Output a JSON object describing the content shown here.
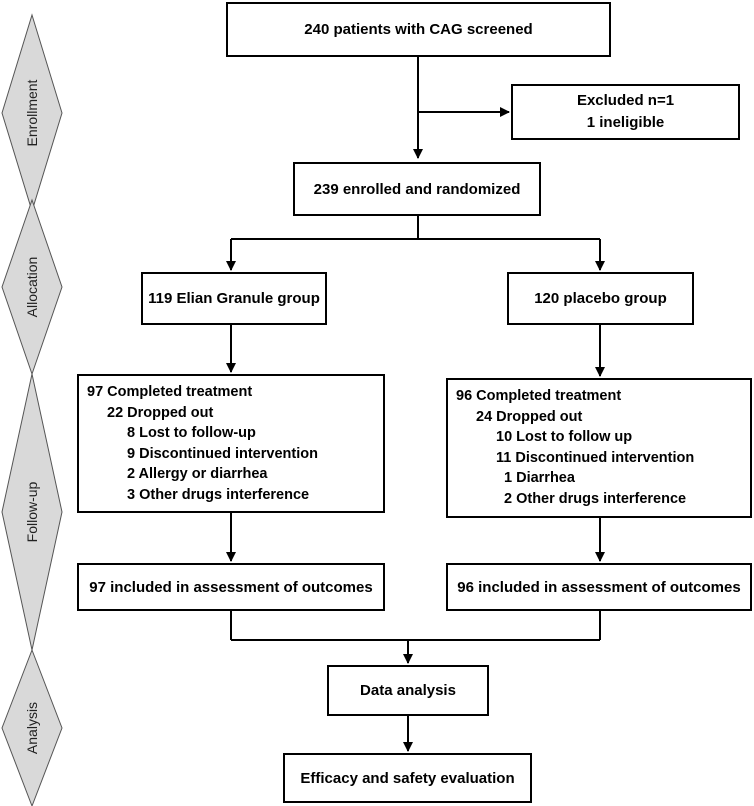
{
  "stages": {
    "enrollment": "Enrollment",
    "allocation": "Allocation",
    "followup": "Follow-up",
    "analysis": "Analysis"
  },
  "screened": "240 patients with CAG screened",
  "excluded": {
    "line1": "Excluded n=1",
    "line2": "1 ineligible"
  },
  "randomized": "239 enrolled and randomized",
  "groups": {
    "left": {
      "name": "119 Elian Granule group",
      "followup": [
        "97 Completed treatment",
        "22 Dropped out",
        "8 Lost to follow-up",
        "9 Discontinued intervention",
        "2 Allergy or diarrhea",
        "3 Other drugs interference"
      ],
      "assessment": "97 included in assessment of  outcomes"
    },
    "right": {
      "name": "120  placebo group",
      "followup": [
        "96 Completed treatment",
        "24 Dropped out",
        "10 Lost to follow up",
        "11 Discontinued intervention",
        "1 Diarrhea",
        "2 Other drugs interference"
      ],
      "assessment": "96 included in assessment of  outcomes"
    }
  },
  "data_analysis": "Data analysis",
  "evaluation": "Efficacy and safety evaluation"
}
